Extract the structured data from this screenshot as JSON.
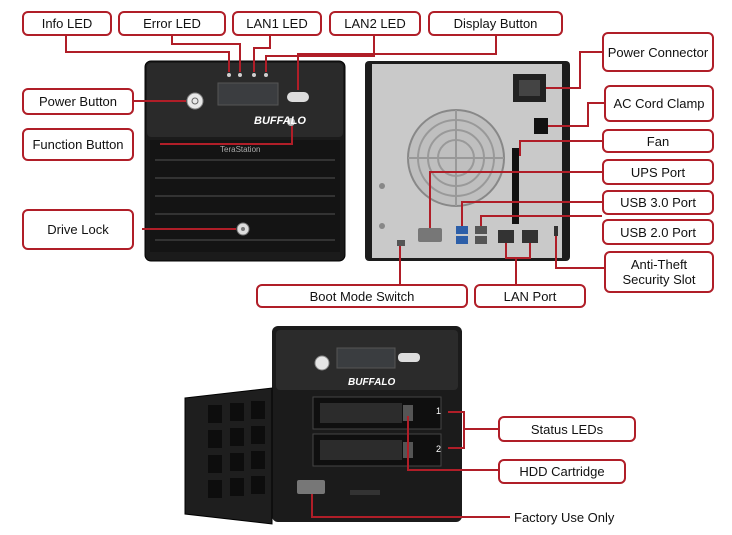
{
  "front_unit": {
    "logo": "BUFFALO",
    "model": "TeraStation"
  },
  "callouts": {
    "info_led": "Info LED",
    "error_led": "Error LED",
    "lan1_led": "LAN1 LED",
    "lan2_led": "LAN2 LED",
    "display_button": "Display Button",
    "power_button": "Power Button",
    "function_button": "Function Button",
    "drive_lock": "Drive Lock",
    "power_connector": "Power Connector",
    "ac_cord_clamp": "AC Cord Clamp",
    "fan": "Fan",
    "ups_port": "UPS Port",
    "usb3_port": "USB 3.0 Port",
    "usb2_port": "USB 2.0 Port",
    "anti_theft": "Anti-Theft\nSecurity Slot",
    "boot_mode_switch": "Boot Mode Switch",
    "lan_port": "LAN Port",
    "status_leds": "Status LEDs",
    "hdd_cartridge": "HDD Cartridge",
    "factory_use_only": "Factory Use Only"
  },
  "bay_numbers": [
    "1",
    "2"
  ],
  "colors": {
    "accent": "#b01e28",
    "chassis": "#1a1a1a",
    "back_panel": "#c9c9c9"
  }
}
